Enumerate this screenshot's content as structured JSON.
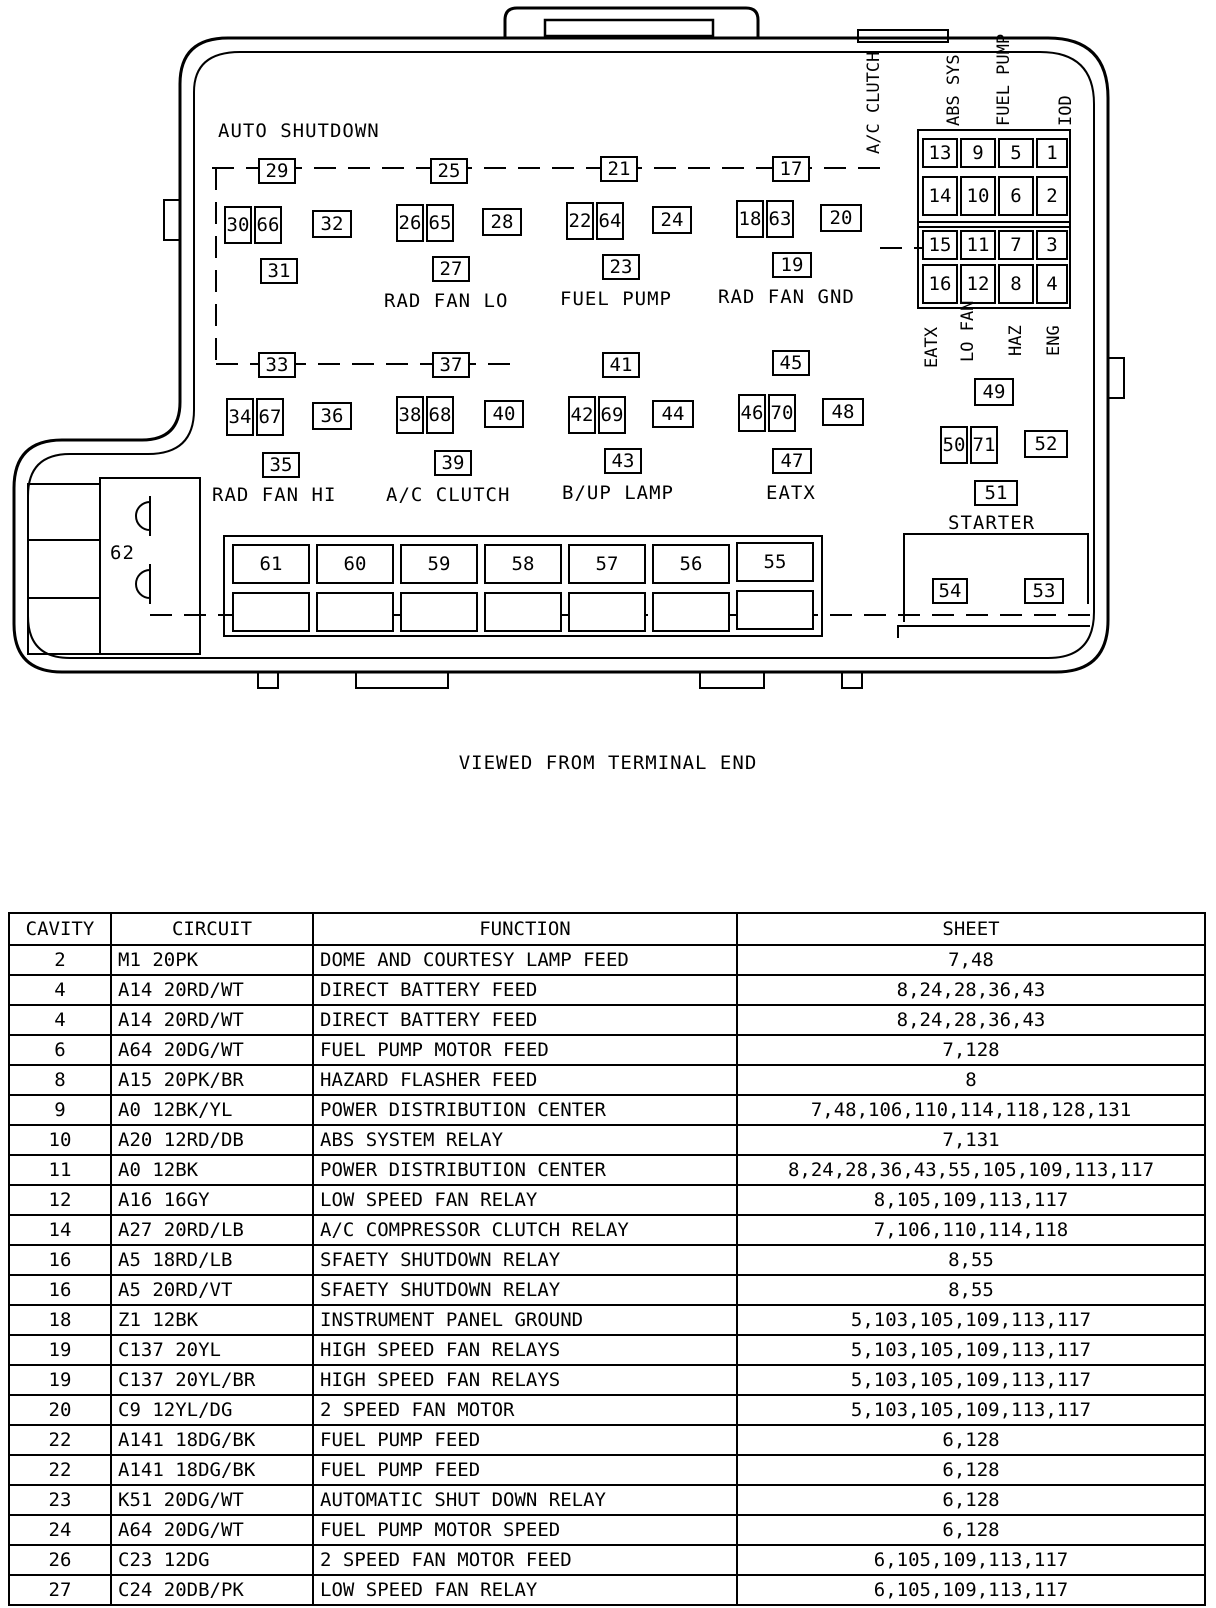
{
  "diagram": {
    "relay_labels": {
      "auto_shutdown": "AUTO SHUTDOWN",
      "rad_fan_lo": "RAD FAN LO",
      "fuel_pump": "FUEL PUMP",
      "rad_fan_gnd": "RAD FAN GND",
      "rad_fan_hi": "RAD FAN HI",
      "ac_clutch": "A/C CLUTCH",
      "bup_lamp": "B/UP LAMP",
      "eatx": "EATX",
      "starter": "STARTER"
    },
    "side_labels_top": {
      "ac_clutch": "A/C CLUTCH",
      "abs_sys": "ABS SYS",
      "fuel_pump": "FUEL PUMP",
      "iod": "IOD"
    },
    "side_labels_bottom": {
      "eatx": "EATX",
      "lo_fan": "LO FAN",
      "haz": "HAZ",
      "eng": "ENG"
    },
    "cavities": {
      "c1": "1",
      "c2": "2",
      "c3": "3",
      "c4": "4",
      "c5": "5",
      "c6": "6",
      "c7": "7",
      "c8": "8",
      "c9": "9",
      "c10": "10",
      "c11": "11",
      "c12": "12",
      "c13": "13",
      "c14": "14",
      "c15": "15",
      "c16": "16",
      "c17": "17",
      "c18": "18",
      "c19": "19",
      "c20": "20",
      "c21": "21",
      "c22": "22",
      "c23": "23",
      "c24": "24",
      "c25": "25",
      "c26": "26",
      "c27": "27",
      "c28": "28",
      "c29": "29",
      "c30": "30",
      "c31": "31",
      "c32": "32",
      "c33": "33",
      "c34": "34",
      "c35": "35",
      "c36": "36",
      "c37": "37",
      "c38": "38",
      "c39": "39",
      "c40": "40",
      "c41": "41",
      "c42": "42",
      "c43": "43",
      "c44": "44",
      "c45": "45",
      "c46": "46",
      "c47": "47",
      "c48": "48",
      "c49": "49",
      "c50": "50",
      "c51": "51",
      "c52": "52",
      "c53": "53",
      "c54": "54",
      "c55": "55",
      "c56": "56",
      "c57": "57",
      "c58": "58",
      "c59": "59",
      "c60": "60",
      "c61": "61",
      "c62": "62",
      "c63": "63",
      "c64": "64",
      "c65": "65",
      "c66": "66",
      "c67": "67",
      "c68": "68",
      "c69": "69",
      "c70": "70",
      "c71": "71"
    }
  },
  "caption": "VIEWED FROM TERMINAL END",
  "table": {
    "headers": {
      "cavity": "CAVITY",
      "circuit": "CIRCUIT",
      "function": "FUNCTION",
      "sheet": "SHEET"
    },
    "rows": [
      {
        "cavity": "2",
        "circuit": "M1 20PK",
        "function": "DOME AND COURTESY LAMP FEED",
        "sheet": "7,48"
      },
      {
        "cavity": "4",
        "circuit": "A14 20RD/WT",
        "function": "DIRECT BATTERY FEED",
        "sheet": "8,24,28,36,43"
      },
      {
        "cavity": "4",
        "circuit": "A14 20RD/WT",
        "function": "DIRECT BATTERY FEED",
        "sheet": "8,24,28,36,43"
      },
      {
        "cavity": "6",
        "circuit": "A64 20DG/WT",
        "function": "FUEL PUMP MOTOR FEED",
        "sheet": "7,128"
      },
      {
        "cavity": "8",
        "circuit": "A15 20PK/BR",
        "function": "HAZARD FLASHER FEED",
        "sheet": "8"
      },
      {
        "cavity": "9",
        "circuit": "A0 12BK/YL",
        "function": "POWER DISTRIBUTION CENTER",
        "sheet": "7,48,106,110,114,118,128,131"
      },
      {
        "cavity": "10",
        "circuit": "A20 12RD/DB",
        "function": "ABS SYSTEM RELAY",
        "sheet": "7,131"
      },
      {
        "cavity": "11",
        "circuit": "A0 12BK",
        "function": "POWER DISTRIBUTION CENTER",
        "sheet": "8,24,28,36,43,55,105,109,113,117"
      },
      {
        "cavity": "12",
        "circuit": "A16 16GY",
        "function": "LOW SPEED FAN RELAY",
        "sheet": "8,105,109,113,117"
      },
      {
        "cavity": "14",
        "circuit": "A27 20RD/LB",
        "function": "A/C COMPRESSOR CLUTCH RELAY",
        "sheet": "7,106,110,114,118"
      },
      {
        "cavity": "16",
        "circuit": "A5 18RD/LB",
        "function": "SFAETY SHUTDOWN RELAY",
        "sheet": "8,55"
      },
      {
        "cavity": "16",
        "circuit": "A5 20RD/VT",
        "function": "SFAETY SHUTDOWN RELAY",
        "sheet": "8,55"
      },
      {
        "cavity": "18",
        "circuit": "Z1 12BK",
        "function": "INSTRUMENT PANEL GROUND",
        "sheet": "5,103,105,109,113,117"
      },
      {
        "cavity": "19",
        "circuit": "C137 20YL",
        "function": "HIGH SPEED FAN RELAYS",
        "sheet": "5,103,105,109,113,117"
      },
      {
        "cavity": "19",
        "circuit": "C137 20YL/BR",
        "function": "HIGH SPEED FAN RELAYS",
        "sheet": "5,103,105,109,113,117"
      },
      {
        "cavity": "20",
        "circuit": "C9 12YL/DG",
        "function": "2 SPEED FAN MOTOR",
        "sheet": "5,103,105,109,113,117"
      },
      {
        "cavity": "22",
        "circuit": "A141 18DG/BK",
        "function": "FUEL PUMP FEED",
        "sheet": "6,128"
      },
      {
        "cavity": "22",
        "circuit": "A141 18DG/BK",
        "function": "FUEL PUMP FEED",
        "sheet": "6,128"
      },
      {
        "cavity": "23",
        "circuit": "K51 20DG/WT",
        "function": "AUTOMATIC SHUT DOWN RELAY",
        "sheet": "6,128"
      },
      {
        "cavity": "24",
        "circuit": "A64 20DG/WT",
        "function": "FUEL PUMP MOTOR SPEED",
        "sheet": "6,128"
      },
      {
        "cavity": "26",
        "circuit": "C23 12DG",
        "function": "2 SPEED FAN MOTOR FEED",
        "sheet": "6,105,109,113,117"
      },
      {
        "cavity": "27",
        "circuit": "C24 20DB/PK",
        "function": "LOW SPEED FAN RELAY",
        "sheet": "6,105,109,113,117"
      }
    ]
  }
}
